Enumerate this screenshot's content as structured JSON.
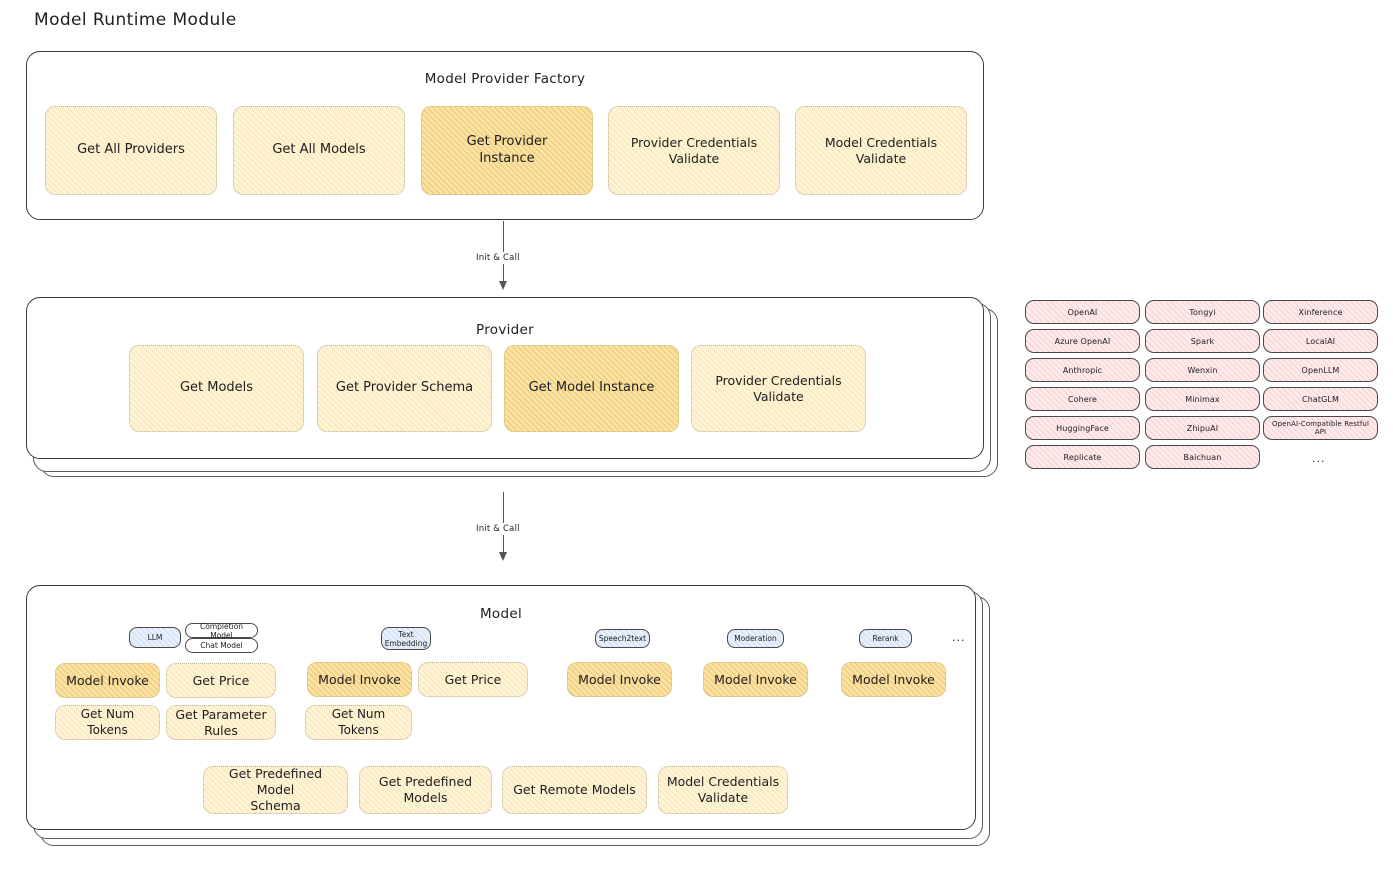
{
  "page": {
    "title": "Model Runtime Module"
  },
  "factory": {
    "title": "Model Provider Factory",
    "nodes": [
      {
        "label": "Get All Providers",
        "highlighted": false
      },
      {
        "label": "Get All Models",
        "highlighted": false
      },
      {
        "label": "Get Provider\nInstance",
        "highlighted": true
      },
      {
        "label": "Provider Credentials\nValidate",
        "highlighted": false
      },
      {
        "label": "Model Credentials\nValidate",
        "highlighted": false
      }
    ]
  },
  "arrows": [
    {
      "label": "Init & Call"
    },
    {
      "label": "Init & Call"
    }
  ],
  "provider": {
    "title": "Provider",
    "nodes": [
      {
        "label": "Get Models",
        "highlighted": false
      },
      {
        "label": "Get Provider Schema",
        "highlighted": false
      },
      {
        "label": "Get Model Instance",
        "highlighted": true
      },
      {
        "label": "Provider Credentials\nValidate",
        "highlighted": false
      }
    ]
  },
  "provider_list": {
    "columns": [
      [
        "OpenAI",
        "Azure OpenAI",
        "Anthropic",
        "Cohere",
        "HuggingFace",
        "Replicate"
      ],
      [
        "Tongyi",
        "Spark",
        "Wenxin",
        "Minimax",
        "ZhipuAI",
        "Baichuan"
      ],
      [
        "Xinference",
        "LocalAI",
        "OpenLLM",
        "ChatGLM",
        "OpenAI-Compatible Restful API"
      ]
    ],
    "more": "..."
  },
  "model": {
    "title": "Model",
    "more": "...",
    "types": [
      {
        "badge": "LLM",
        "sub_badges": [
          "Completion Model",
          "Chat Model"
        ],
        "nodes": [
          {
            "label": "Model Invoke",
            "highlighted": true
          },
          {
            "label": "Get Price",
            "highlighted": false
          },
          {
            "label": "Get Num Tokens",
            "highlighted": false
          },
          {
            "label": "Get Parameter\nRules",
            "highlighted": false
          }
        ]
      },
      {
        "badge": "Text\nEmbedding",
        "sub_badges": [],
        "nodes": [
          {
            "label": "Model Invoke",
            "highlighted": true
          },
          {
            "label": "Get Price",
            "highlighted": false
          },
          {
            "label": "Get Num Tokens",
            "highlighted": false
          }
        ]
      },
      {
        "badge": "Speech2text",
        "sub_badges": [],
        "nodes": [
          {
            "label": "Model Invoke",
            "highlighted": true
          }
        ]
      },
      {
        "badge": "Moderation",
        "sub_badges": [],
        "nodes": [
          {
            "label": "Model Invoke",
            "highlighted": true
          }
        ]
      },
      {
        "badge": "Rerank",
        "sub_badges": [],
        "nodes": [
          {
            "label": "Model Invoke",
            "highlighted": true
          }
        ]
      }
    ],
    "common_nodes": [
      {
        "label": "Get Predefined Model\nSchema",
        "highlighted": false
      },
      {
        "label": "Get Predefined\nModels",
        "highlighted": false
      },
      {
        "label": "Get Remote Models",
        "highlighted": false
      },
      {
        "label": "Model Credentials\nValidate",
        "highlighted": false
      }
    ]
  },
  "colors": {
    "node_fill": "#fdf3d7",
    "node_fill_highlight": "#fae2a8",
    "chip_fill": "#fdeaea",
    "badge_fill": "#e8f0fb",
    "stroke": "#3b3b3b",
    "text": "#1e1e1e"
  }
}
